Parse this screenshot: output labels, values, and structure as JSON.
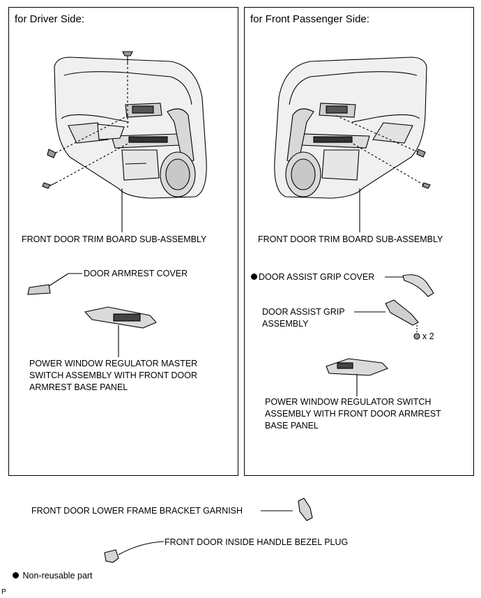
{
  "left_panel": {
    "title": "for Driver Side:",
    "labels": {
      "trim_board": "FRONT DOOR TRIM BOARD SUB-ASSEMBLY",
      "armrest_cover": "DOOR ARMREST COVER",
      "master_switch": "POWER WINDOW REGULATOR MASTER\nSWITCH ASSEMBLY WITH FRONT DOOR\nARMREST BASE PANEL"
    }
  },
  "right_panel": {
    "title": "for Front Passenger Side:",
    "labels": {
      "trim_board": "FRONT DOOR TRIM BOARD SUB-ASSEMBLY",
      "grip_cover": "DOOR ASSIST GRIP COVER",
      "grip_assembly": "DOOR ASSIST GRIP\nASSEMBLY",
      "quantity": "x 2",
      "switch": "POWER WINDOW REGULATOR SWITCH\nASSEMBLY WITH FRONT DOOR ARMREST\nBASE PANEL"
    }
  },
  "bottom": {
    "bracket_garnish": "FRONT DOOR LOWER FRAME BRACKET GARNISH",
    "bezel_plug": "FRONT DOOR INSIDE HANDLE BEZEL PLUG"
  },
  "legend": {
    "non_reusable": "Non-reusable part"
  },
  "corner_mark": "P"
}
